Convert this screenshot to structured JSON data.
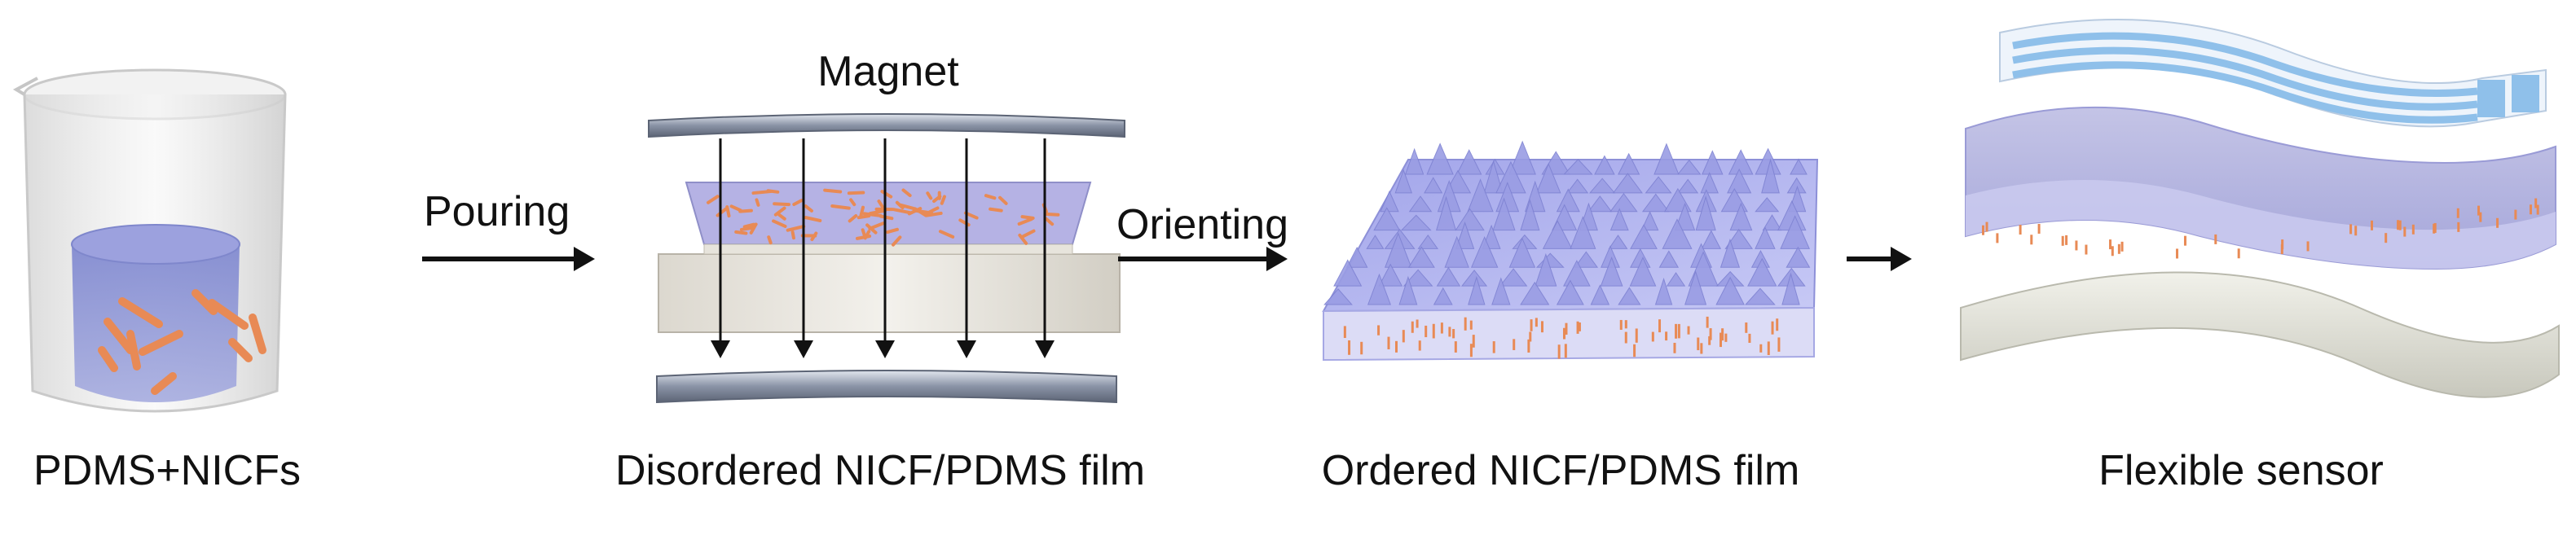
{
  "stages": [
    {
      "caption": "PDMS+NICFs"
    },
    {
      "caption": "Disordered NICF/PDMS film",
      "magnet_label": "Magnet"
    },
    {
      "caption": "Ordered NICF/PDMS film"
    },
    {
      "caption": "Flexible sensor"
    }
  ],
  "steps": [
    {
      "label": "Pouring"
    },
    {
      "label": "Orienting"
    },
    {
      "label": ""
    }
  ],
  "colors": {
    "pdms_fill": "#8f95d8",
    "film_top": "#b0b3f0",
    "fiber": "#e88a55",
    "magnet": "#8c95a6",
    "electrode": "#8fc0ea",
    "substrate": "#e3e3da",
    "arrow": "#111111"
  }
}
